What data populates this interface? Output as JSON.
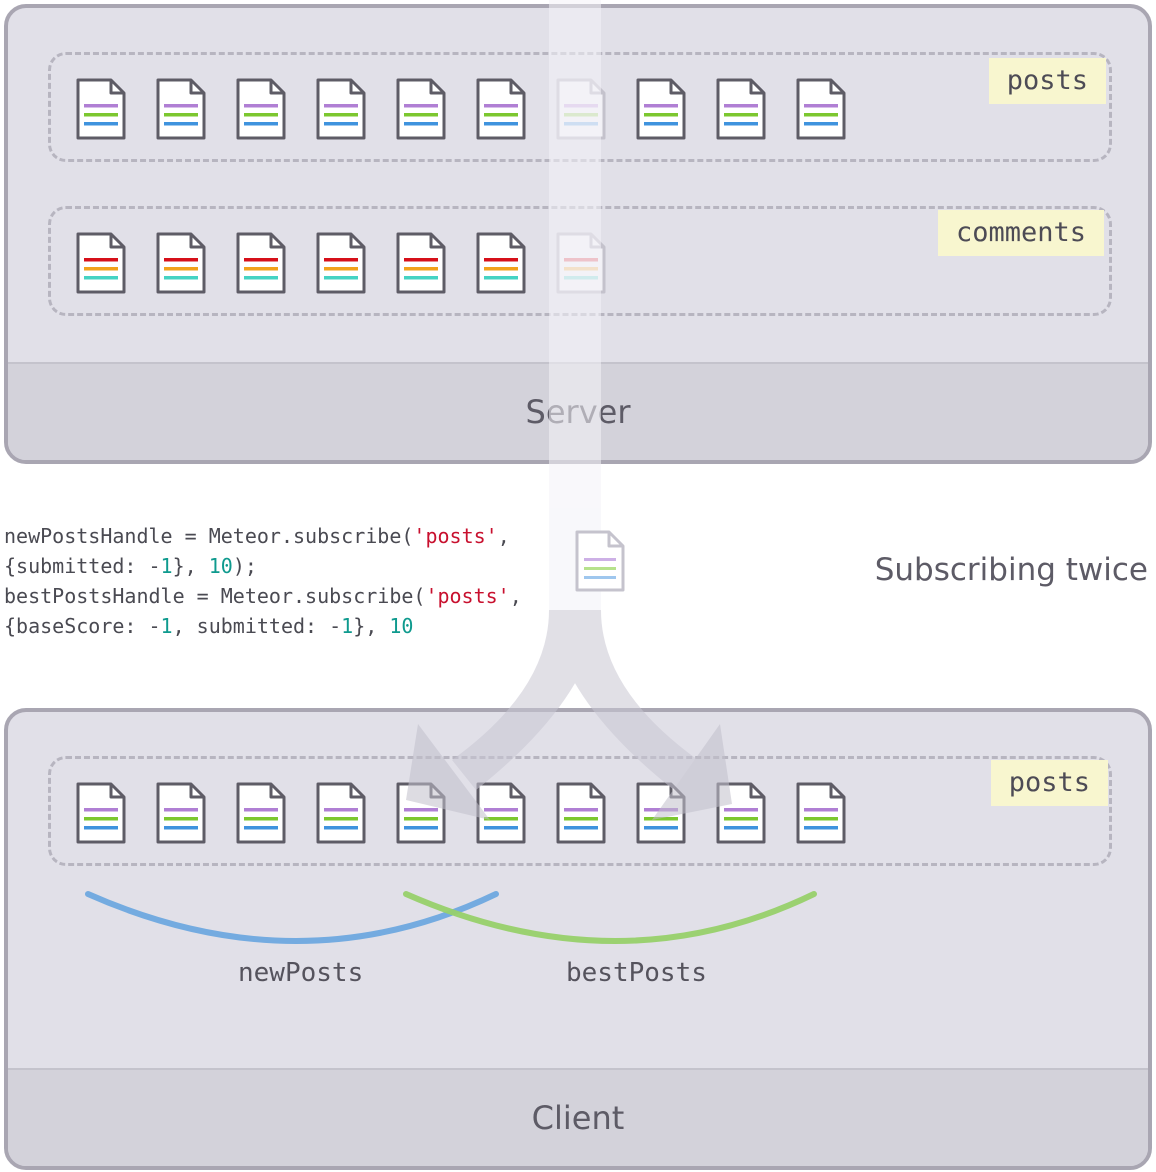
{
  "server": {
    "label": "Server",
    "collections": [
      {
        "name": "posts",
        "doc_count": 10,
        "doc_style": "post"
      },
      {
        "name": "comments",
        "doc_count": 7,
        "doc_style": "comment"
      }
    ]
  },
  "client": {
    "label": "Client",
    "collections": [
      {
        "name": "posts",
        "doc_count": 10,
        "doc_style": "post"
      }
    ],
    "subscriptions": [
      {
        "name": "newPosts",
        "color": "#74abe0"
      },
      {
        "name": "bestPosts",
        "color": "#97d06a"
      }
    ]
  },
  "code": {
    "line1": {
      "a": "newPostsHandle = Meteor.subscribe(",
      "s": "'posts'",
      "b": ","
    },
    "line2": {
      "a": "{submitted: -",
      "n1": "1",
      "b": "}, ",
      "n2": "10",
      "c": ");"
    },
    "line3": {
      "a": "bestPostsHandle = Meteor.subscribe(",
      "s": "'posts'",
      "b": ","
    },
    "line4": {
      "a": "{baseScore: -",
      "n1": "1",
      "b": ", submitted: -",
      "n2": "1",
      "c": "}, ",
      "n3": "10"
    }
  },
  "caption": "Subscribing twice",
  "colors": {
    "post_lines": [
      "#b07fd4",
      "#7cc72f",
      "#3f93de"
    ],
    "comment_lines": [
      "#d6101a",
      "#f2a11a",
      "#45d3c3"
    ],
    "panel_border": "#a9a6b2",
    "panel_fill": "#e1e0e8",
    "tag_fill": "#f8f6cf"
  }
}
